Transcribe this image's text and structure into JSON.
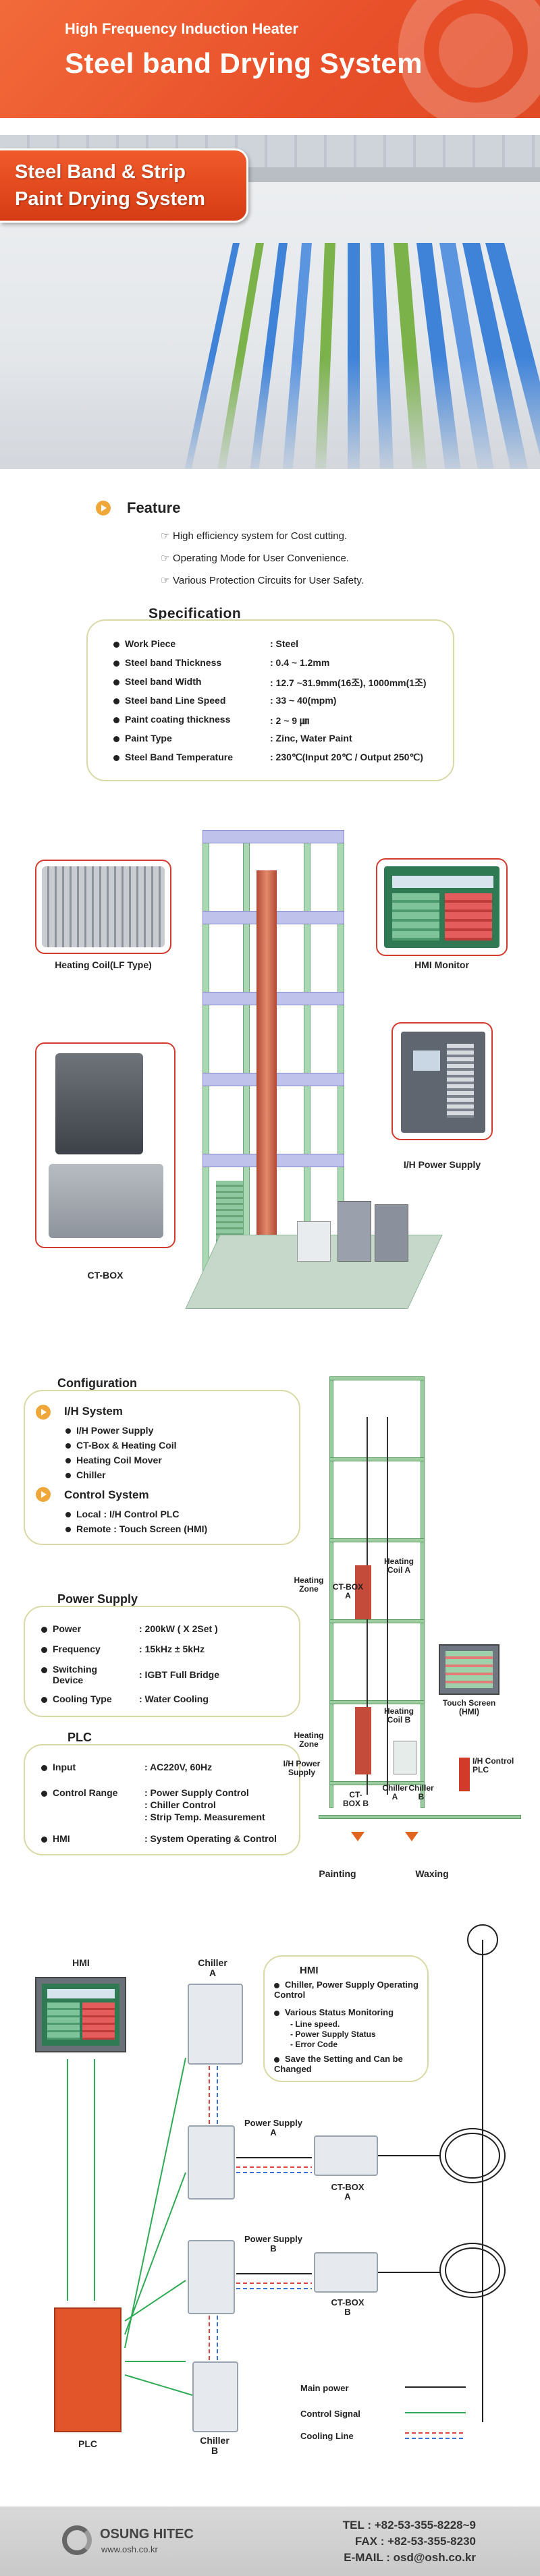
{
  "header": {
    "subtitle": "High Frequency Induction Heater",
    "title": "Steel band Drying System"
  },
  "hero": {
    "badge_line1": "Steel Band & Strip",
    "badge_line2": "Paint Drying System",
    "stripe_colors": [
      "#3f83d9",
      "#7bb24a",
      "#3f83d9",
      "#5b95e0",
      "#7bb24a",
      "#3f83d9",
      "#4a8bdc",
      "#7bb24a",
      "#3f83d9",
      "#5b95e0",
      "#3f83d9",
      "#3f83d9"
    ]
  },
  "feature": {
    "title": "Feature",
    "items": [
      "High efficiency system for Cost cutting.",
      "Operating Mode for User Convenience.",
      "Various Protection Circuits for User Safety."
    ]
  },
  "specification": {
    "title": "Specification",
    "rows": [
      {
        "label": "Work Piece",
        "value": ": Steel"
      },
      {
        "label": "Steel band Thickness",
        "value": ": 0.4 ~ 1.2mm"
      },
      {
        "label": "Steel band Width",
        "value": ": 12.7 ~31.9mm(16조), 1000mm(1조)"
      },
      {
        "label": "Steel band Line Speed",
        "value": ": 33 ~ 40(mpm)"
      },
      {
        "label": "Paint coating thickness",
        "value": ": 2 ~ 9 ㎛"
      },
      {
        "label": "Paint Type",
        "value": ": Zinc, Water Paint"
      },
      {
        "label": "Steel Band Temperature",
        "value": ": 230℃(Input 20℃ / Output 250℃)"
      }
    ]
  },
  "tower": {
    "heating_coil_caption": "Heating Coil(LF Type)",
    "hmi_caption": "HMI Monitor",
    "power_supply_caption": "I/H Power Supply",
    "ctbox_caption": "CT-BOX"
  },
  "configuration": {
    "title": "Configuration",
    "ih_system": {
      "title": "I/H System",
      "items": [
        "I/H Power Supply",
        "CT-Box & Heating Coil",
        "Heating Coil Mover",
        "Chiller"
      ]
    },
    "control_system": {
      "title": "Control System",
      "items": [
        "Local : I/H Control PLC",
        "Remote : Touch Screen (HMI)"
      ]
    }
  },
  "power_supply": {
    "title": "Power Supply",
    "rows": [
      {
        "label": "Power",
        "value": ": 200kW ( X 2Set )"
      },
      {
        "label": "Frequency",
        "value": ": 15kHz ± 5kHz"
      },
      {
        "label": "Switching",
        "label2": "Device",
        "value": ": IGBT Full Bridge"
      },
      {
        "label": "Cooling Type",
        "value": ": Water Cooling"
      }
    ]
  },
  "plc": {
    "title": "PLC",
    "rows": [
      {
        "label": "Input",
        "value": ": AC220V, 60Hz"
      },
      {
        "label": "Control Range",
        "value": ": Power Supply Control",
        "value2": ": Chiller Control",
        "value3": ": Strip Temp. Measurement"
      },
      {
        "label": "HMI",
        "value": ": System Operating & Control"
      }
    ]
  },
  "side_diagram": {
    "heating_zone_top": "Heating Zone",
    "ct_box_a": "CT-BOX A",
    "heating_coil_a": "Heating Coil A",
    "heating_zone_bottom": "Heating Zone",
    "ih_power_supply": "I/H Power Supply",
    "heating_coil_b": "Heating Coil B",
    "ct_box_b": "CT-BOX B",
    "chiller_a": "Chiller A",
    "chiller_b": "Chiller B",
    "touch_screen": "Touch Screen (HMI)",
    "ih_control_plc": "I/H Control PLC",
    "painting": "Painting",
    "waxing": "Waxing"
  },
  "system_diagram": {
    "hmi": "HMI",
    "plc": "PLC",
    "chiller_a": "Chiller",
    "chiller_a2": "A",
    "chiller_b": "Chiller",
    "chiller_b2": "B",
    "power_supply_a": "Power Supply",
    "power_supply_a2": "A",
    "power_supply_b": "Power Supply",
    "power_supply_b2": "B",
    "ct_box_a": "CT-BOX",
    "ct_box_a2": "A",
    "ct_box_b": "CT-BOX",
    "ct_box_b2": "B",
    "hmi_box_title": "HMI",
    "hmi_box_items": [
      "Chiller, Power Supply Operating Control",
      "Various Status Monitoring",
      "Save the Setting and Can be Changed"
    ],
    "monitoring_sub": [
      "- Line speed.",
      "- Power Supply Status",
      "- Error Code"
    ],
    "legend_main_power": "Main power",
    "legend_control_signal": "Control Signal",
    "legend_cooling_line": "Cooling Line",
    "colors": {
      "main_power": "#222222",
      "control_signal": "#2faa55",
      "cooling_red": "#e24444",
      "cooling_blue": "#3a6fd8"
    }
  },
  "footer": {
    "brand": "OSUNG HITEC",
    "website": "www.osh.co.kr",
    "tel": "TEL : +82-53-355-8228~9",
    "fax": "FAX : +82-53-355-8230",
    "email": "E-MAIL : osd@osh.co.kr"
  }
}
